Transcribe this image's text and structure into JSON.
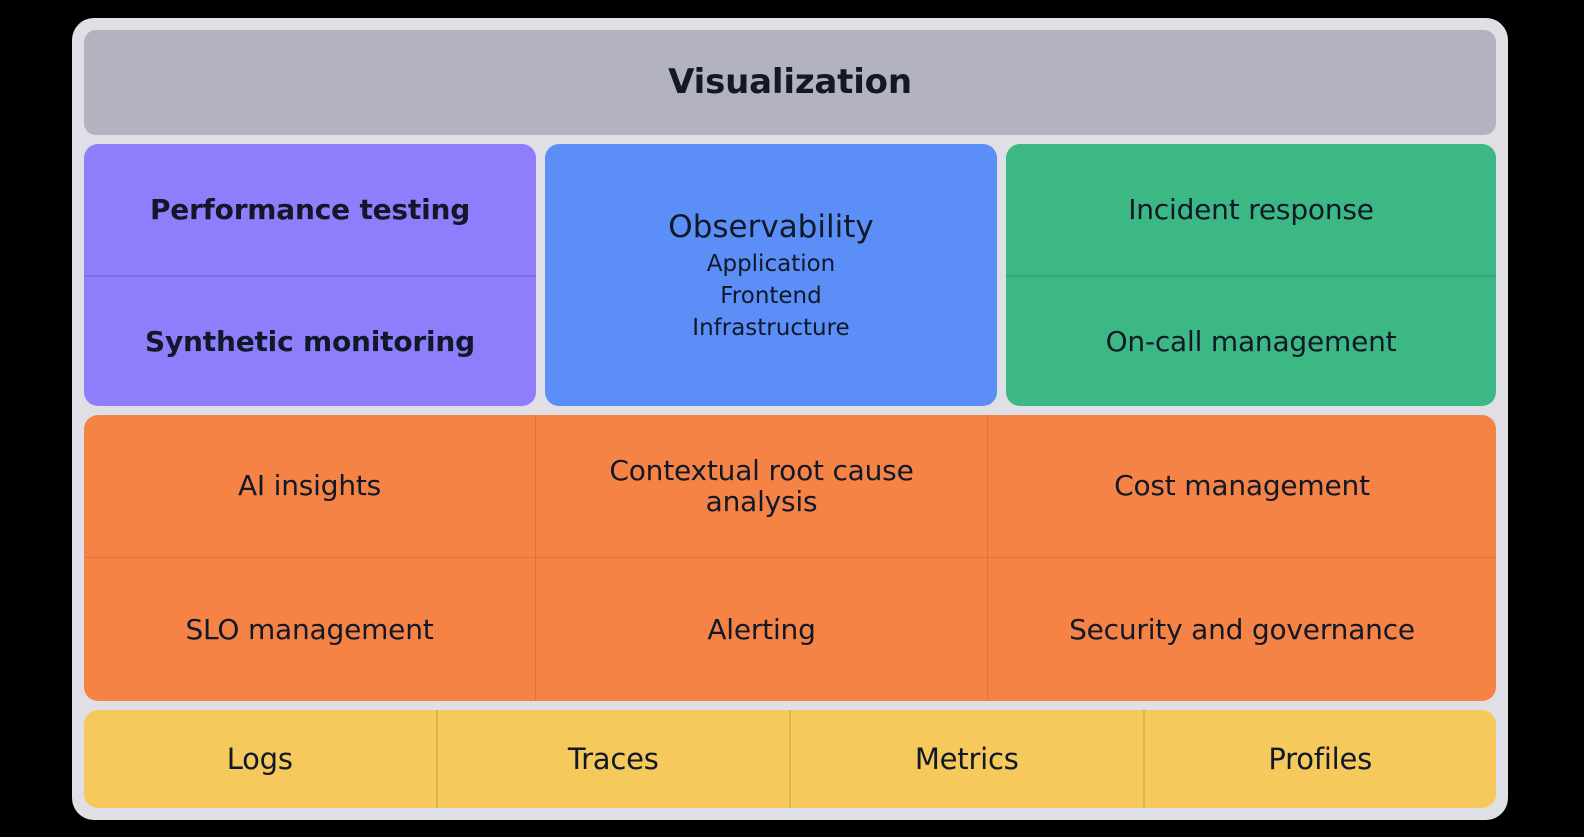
{
  "diagram": {
    "title": "Visualization",
    "header": {
      "label": "Visualization",
      "color": "#B3B3C0"
    },
    "columns": {
      "purple": {
        "color": "#8E7EFC",
        "items": [
          {
            "label": "Performance testing"
          },
          {
            "label": "Synthetic monitoring"
          }
        ]
      },
      "blue": {
        "color": "#5C8EF8",
        "title": "Observability",
        "subitems": [
          {
            "label": "Application"
          },
          {
            "label": "Frontend"
          },
          {
            "label": "Infrastructure"
          }
        ]
      },
      "green": {
        "color": "#3CB884",
        "items": [
          {
            "label": "Incident response"
          },
          {
            "label": "On-call management"
          }
        ]
      }
    },
    "capabilities": {
      "color": "#F58345",
      "cells": [
        {
          "label": "AI insights"
        },
        {
          "label": "Contextual root cause analysis"
        },
        {
          "label": "Cost management"
        },
        {
          "label": "SLO management"
        },
        {
          "label": "Alerting"
        },
        {
          "label": "Security and governance"
        }
      ]
    },
    "signals": {
      "color": "#F5C95C",
      "cells": [
        {
          "label": "Logs"
        },
        {
          "label": "Traces"
        },
        {
          "label": "Metrics"
        },
        {
          "label": "Profiles"
        }
      ]
    },
    "palette": {
      "background": "#000000",
      "card": "#DFDFE5",
      "text": "#111827"
    }
  }
}
